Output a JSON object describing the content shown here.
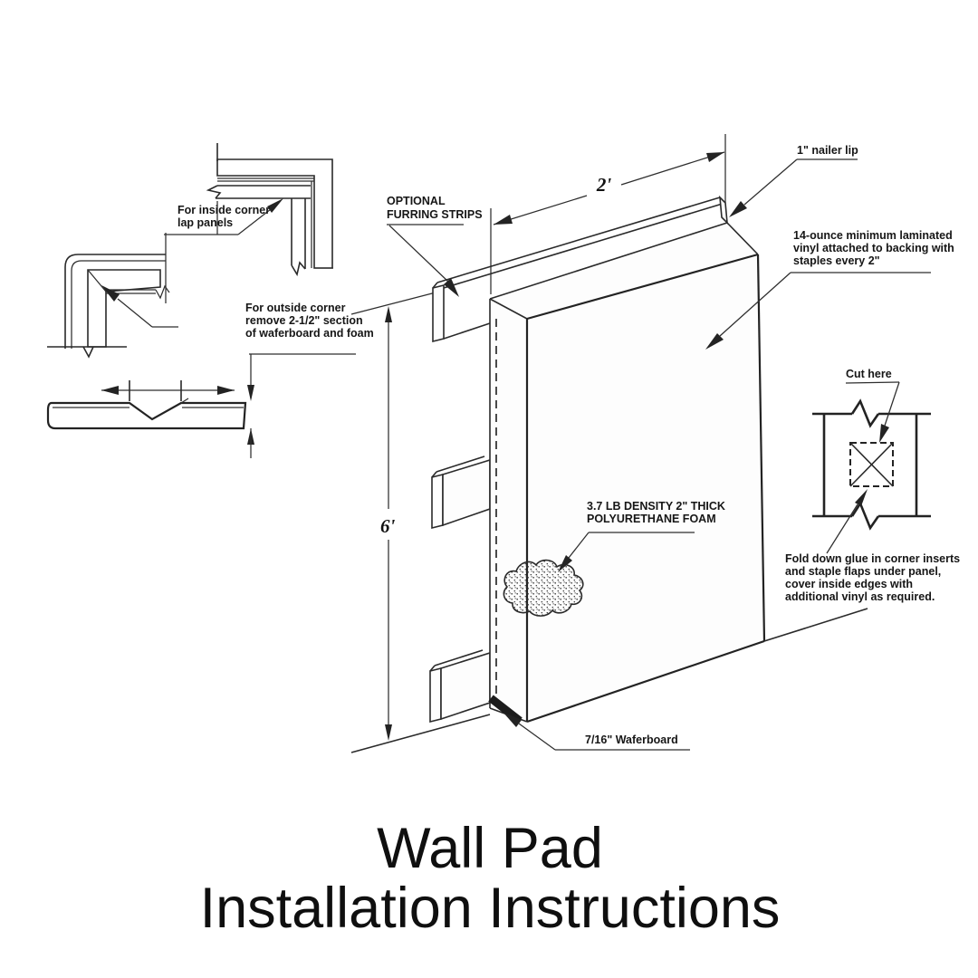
{
  "page": {
    "background": "#ffffff",
    "ink": "#232323"
  },
  "title": {
    "line1": "Wall Pad",
    "line2": "Installation Instructions"
  },
  "details": {
    "inside_corner": {
      "line1": "For inside corner",
      "line2": "lap panels"
    },
    "outside_corner": {
      "line1": "For outside corner",
      "line2": "remove 2-1/2\" section",
      "line3": "of waferboard and foam"
    },
    "corner_insert": {
      "cut_here": "Cut here",
      "fold1": "Fold down glue in corner inserts",
      "fold2": "and staple flaps under panel,",
      "fold3": "cover inside edges with",
      "fold4": "additional vinyl as required."
    }
  },
  "main_view": {
    "furring1": "OPTIONAL",
    "furring2": "FURRING STRIPS",
    "width_dim": "2'",
    "height_dim": "6'",
    "nailer": "1\" nailer lip",
    "vinyl1": "14-ounce minimum laminated",
    "vinyl2": "vinyl attached to backing with",
    "vinyl3": "staples every 2\"",
    "foam1": "3.7 LB DENSITY 2\" THICK",
    "foam2": "POLYURETHANE FOAM",
    "waferboard": "7/16\" Waferboard"
  }
}
